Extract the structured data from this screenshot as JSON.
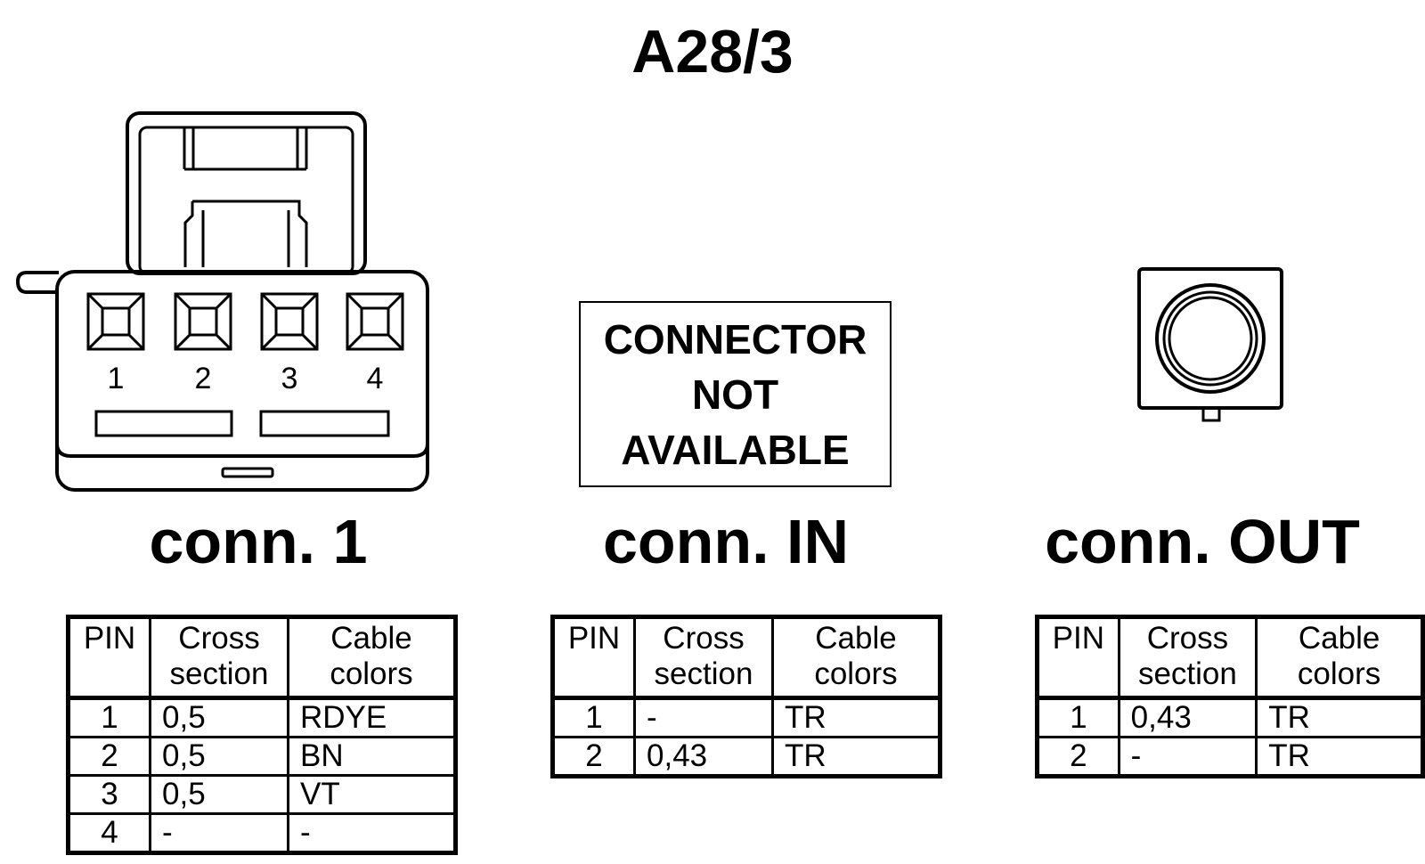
{
  "title": "A28/3",
  "connectors": [
    {
      "id": "conn1",
      "label": "conn. 1",
      "pin_labels": [
        "1",
        "2",
        "3",
        "4"
      ],
      "headers": {
        "pin": "PIN",
        "section": "Cross\nsection",
        "colors": "Cable\ncolors"
      },
      "rows": [
        {
          "pin": "1",
          "section": "0,5",
          "colors": "RDYE"
        },
        {
          "pin": "2",
          "section": "0,5",
          "colors": "BN"
        },
        {
          "pin": "3",
          "section": "0,5",
          "colors": "VT"
        },
        {
          "pin": "4",
          "section": "-",
          "colors": "-"
        }
      ]
    },
    {
      "id": "connin",
      "label": "conn. IN",
      "not_available": "CONNECTOR\nNOT\nAVAILABLE",
      "headers": {
        "pin": "PIN",
        "section": "Cross\nsection",
        "colors": "Cable\ncolors"
      },
      "rows": [
        {
          "pin": "1",
          "section": "-",
          "colors": "TR"
        },
        {
          "pin": "2",
          "section": "0,43",
          "colors": "TR"
        }
      ]
    },
    {
      "id": "connout",
      "label": "conn. OUT",
      "headers": {
        "pin": "PIN",
        "section": "Cross\nsection",
        "colors": "Cable\ncolors"
      },
      "rows": [
        {
          "pin": "1",
          "section": "0,43",
          "colors": "TR"
        },
        {
          "pin": "2",
          "section": "-",
          "colors": "TR"
        }
      ]
    }
  ]
}
